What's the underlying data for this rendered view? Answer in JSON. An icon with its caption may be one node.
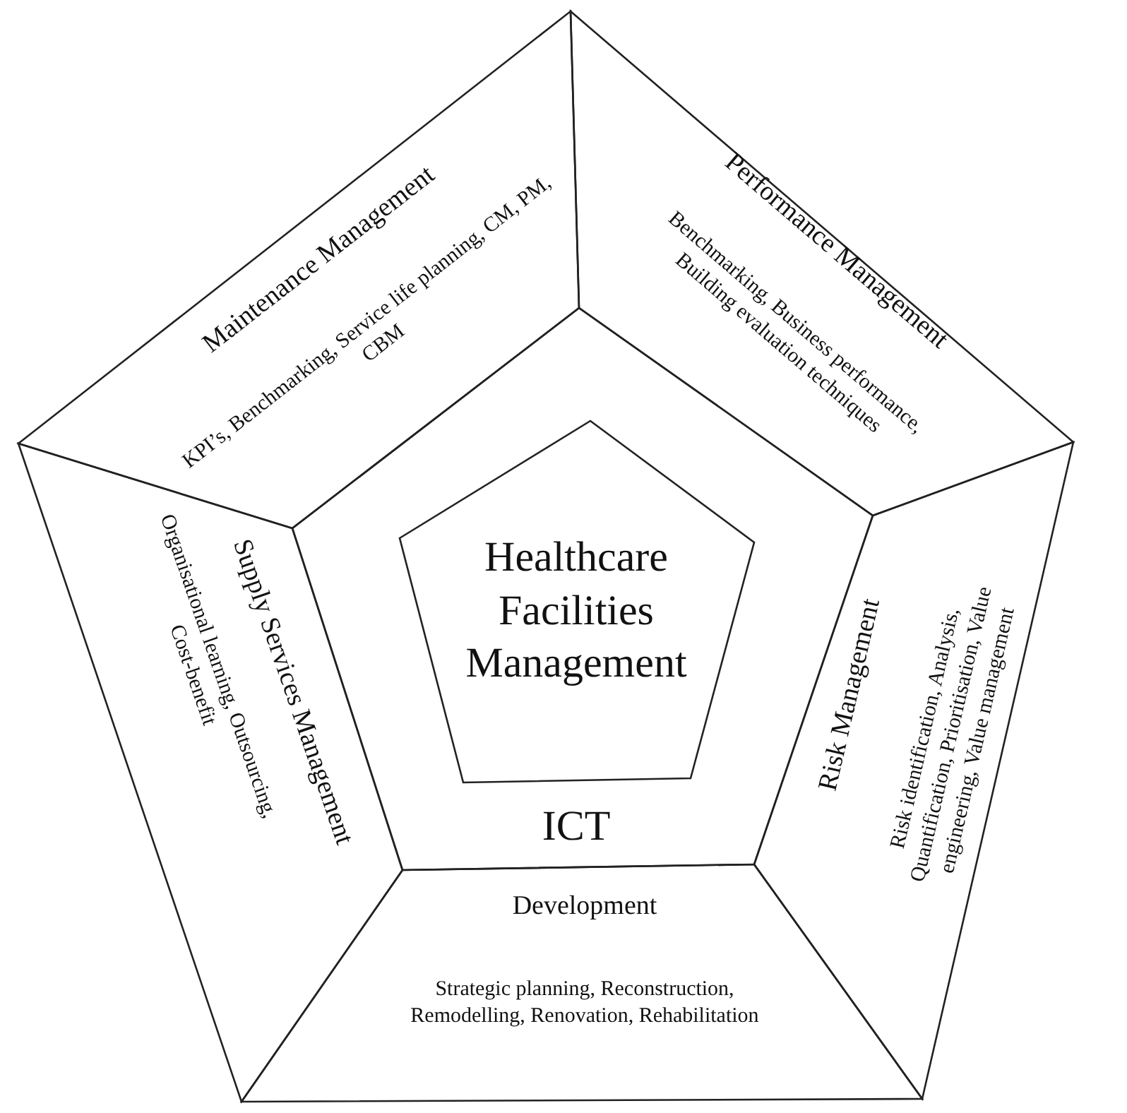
{
  "diagram": {
    "nodes": [
      {
        "text": [
          "ICT"
        ]
      },
      {
        "text": [
          "Healthcare Facilities Management"
        ],
        "in": 0
      },
      {
        "text": [
          "Maintenance Management",
          "KPI’s, Benchmarking, Service life planning, CM, PM, CBM"
        ]
      },
      {
        "text": [
          "Performance Management",
          "Benchmarking, Business performance, Building evaluation techniques"
        ]
      },
      {
        "text": [
          "Risk Management",
          "Risk identification, Analysis, Quantification, Prioritisation, Value engineering, Value management"
        ]
      },
      {
        "text": [
          "Development",
          "Strategic planning, Reconstruction, Remodelling, Renovation, Rehabilitation"
        ]
      },
      {
        "text": [
          "Supply Services Management",
          "Organisational learning, Outsourcing, Cost-benefit"
        ]
      }
    ]
  }
}
